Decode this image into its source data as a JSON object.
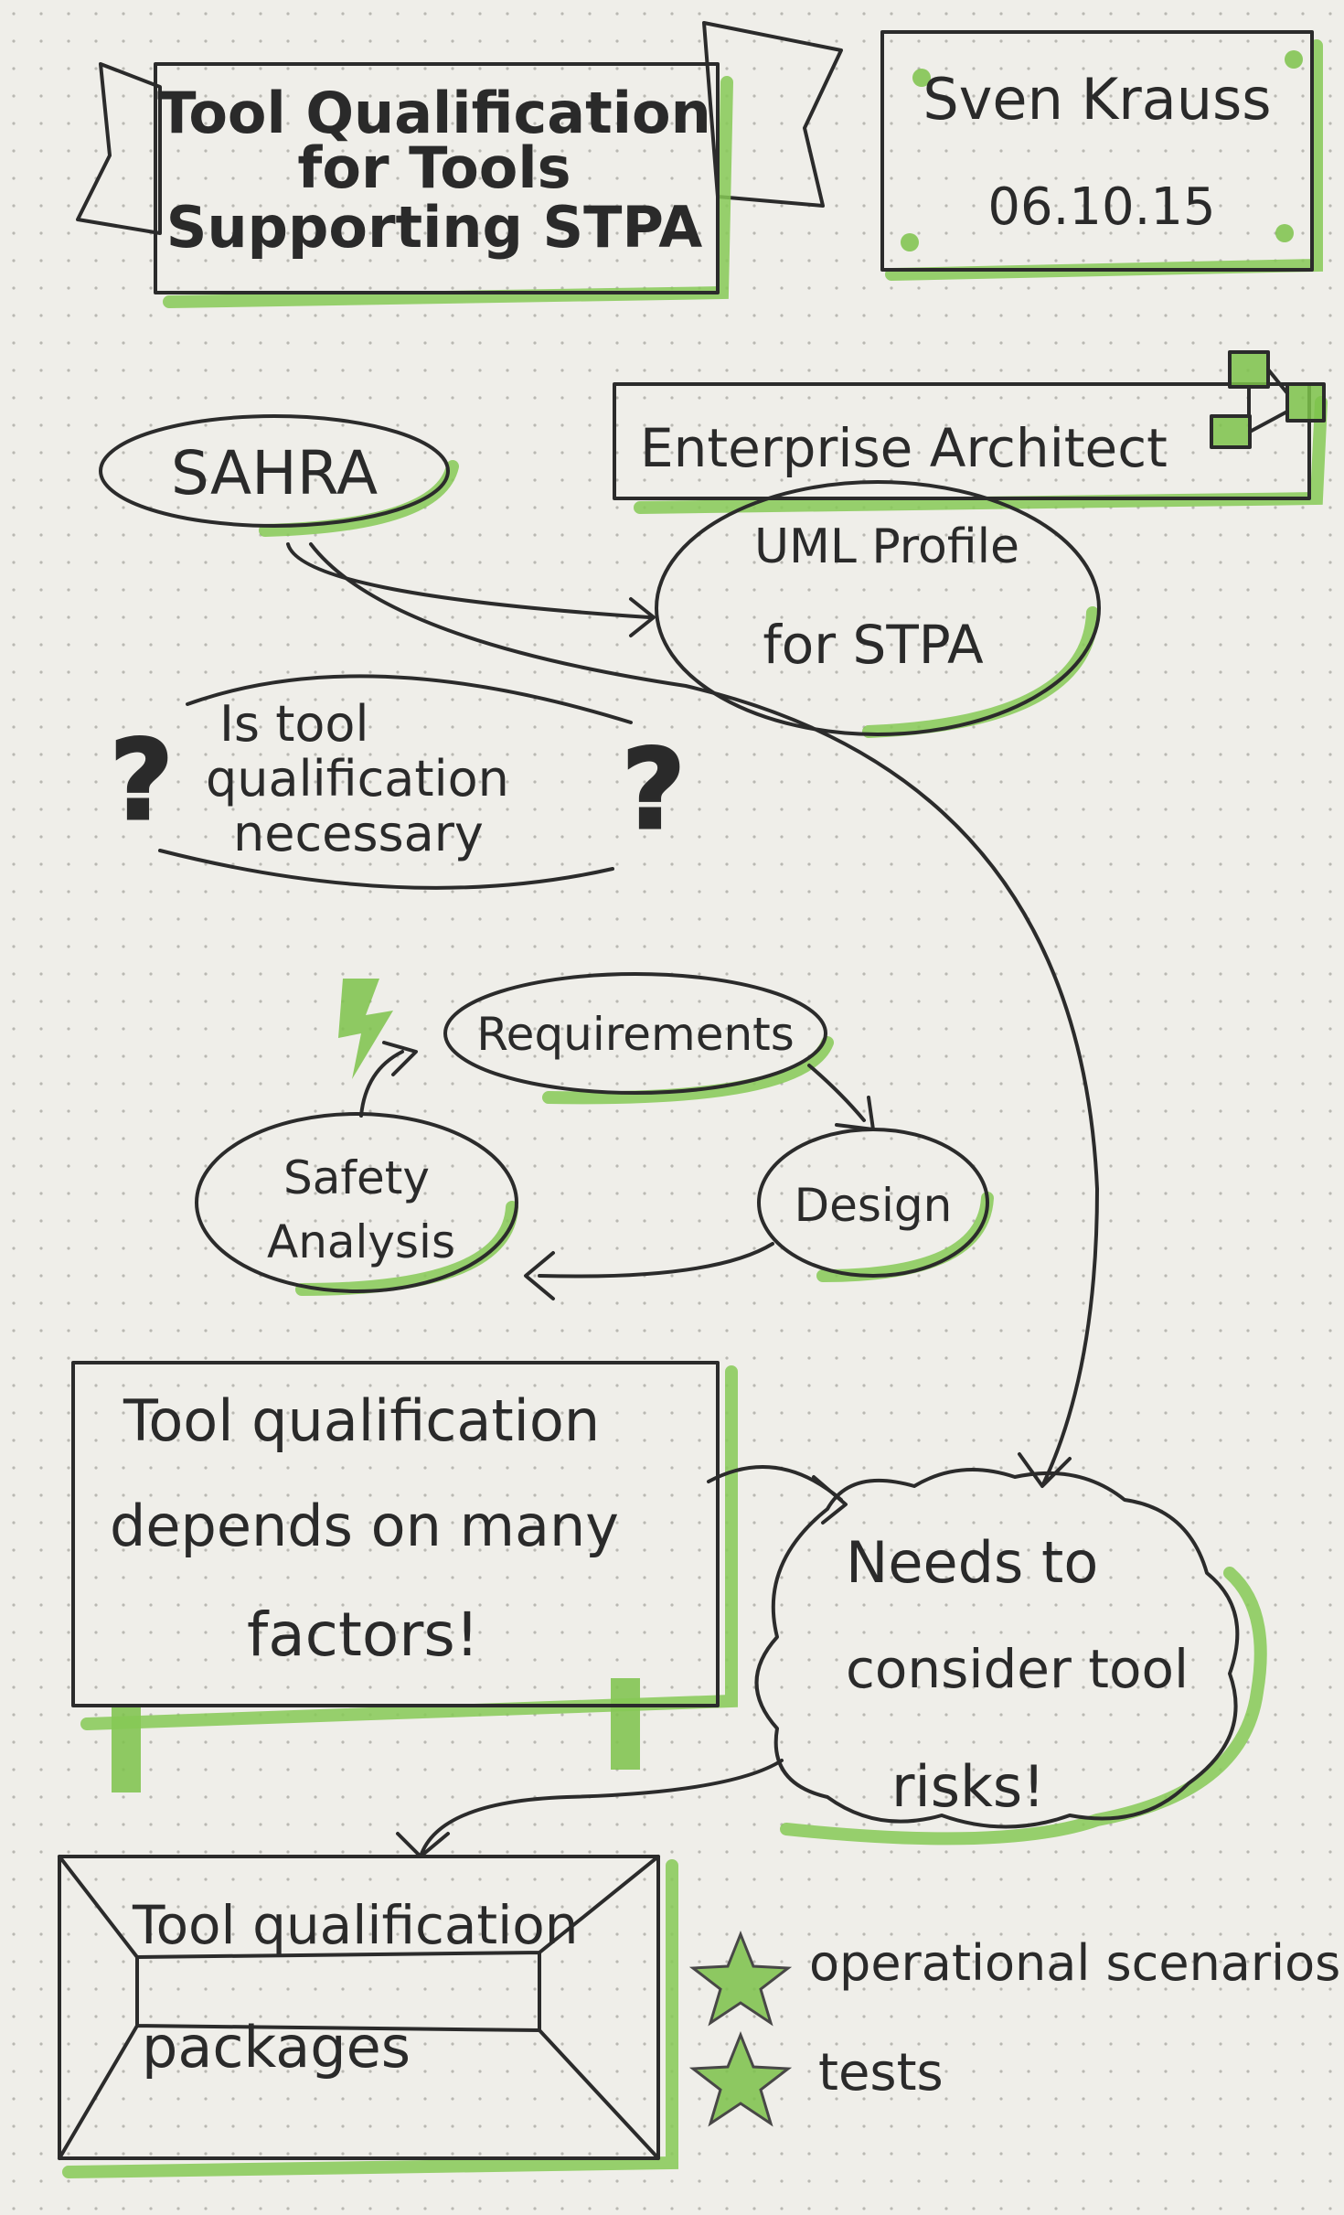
{
  "title": {
    "line1": "Tool Qualification",
    "line2": "for Tools",
    "line3": "Supporting STPA"
  },
  "author": {
    "name": "Sven Krauss",
    "date": "06.10.15"
  },
  "tools": {
    "enterprise_architect": "Enterprise Architect",
    "sahra": "SAHRA",
    "uml_line1": "UML Profile",
    "uml_line2": "for STPA"
  },
  "question": {
    "line1": "Is tool",
    "line2": "qualification",
    "line3": "necessary",
    "mark": "?"
  },
  "cycle": {
    "requirements": "Requirements",
    "design": "Design",
    "safety_line1": "Safety",
    "safety_line2": "Analysis"
  },
  "factors": {
    "line1": "Tool qualification",
    "line2": "depends on many",
    "line3": "factors!"
  },
  "risks": {
    "line1": "Needs to",
    "line2": "consider tool",
    "line3": "risks!"
  },
  "packages": {
    "line1": "Tool qualification",
    "line2": "packages",
    "items": [
      "operational scenarios",
      "tests"
    ]
  },
  "colors": {
    "accent": "#7cc24a",
    "ink": "#2b2b2b",
    "paper": "#efeee9"
  }
}
